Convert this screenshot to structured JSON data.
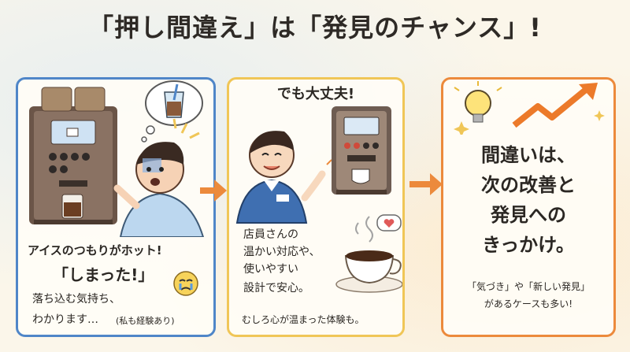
{
  "title": "「押し間違え」は「発見のチャンス」!",
  "panel1": {
    "line1": "アイスのつもりがホット!",
    "line2": "「しまった!」",
    "line3": "落ち込む気持ち、",
    "line4": "わかります…",
    "note": "(私も経験あり)"
  },
  "panel2": {
    "heading": "でも大丈夫!",
    "line1": "店員さんの",
    "line2": "温かい対応や、",
    "line3": "使いやすい",
    "line4": "設計で安心。",
    "line5": "むしろ心が温まった体験も。"
  },
  "panel3": {
    "big1": "間違いは、",
    "big2": "次の改善と",
    "big3": "発見への",
    "big4": "きっかけ。",
    "small1": "「気づき」や「新しい発見」",
    "small2": "があるケースも多い!"
  },
  "colors": {
    "blue": "#4f86c8",
    "yellow": "#f0c657",
    "orange": "#ec8a3c",
    "text": "#2b2723"
  },
  "icons": [
    "iced-coffee-thought-bubble",
    "coffee-machine",
    "surprised-person",
    "smiling-staff",
    "hot-coffee-cup",
    "heart-speech",
    "lightbulb",
    "growth-arrow",
    "sparkle"
  ]
}
